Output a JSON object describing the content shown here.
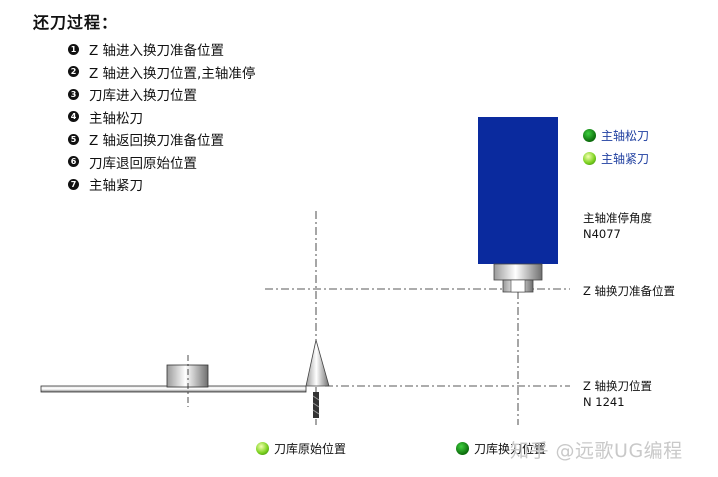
{
  "title": "还刀过程：",
  "steps": [
    {
      "num": "1",
      "text": "Z 轴进入换刀准备位置"
    },
    {
      "num": "2",
      "text": "Z 轴进入换刀位置,主轴准停"
    },
    {
      "num": "3",
      "text": "刀库进入换刀位置"
    },
    {
      "num": "4",
      "text": "主轴松刀"
    },
    {
      "num": "5",
      "text": "Z 轴返回换刀准备位置"
    },
    {
      "num": "6",
      "text": "刀库退回原始位置"
    },
    {
      "num": "7",
      "text": "主轴紧刀"
    }
  ],
  "legend": {
    "spindle_release": "主轴松刀",
    "spindle_clamp": "主轴紧刀"
  },
  "labels": {
    "orient_angle": "主轴准停角度",
    "orient_value": "N4077",
    "z_ready": "Z 轴换刀准备位置",
    "z_change": "Z 轴换刀位置",
    "z_change_value": "N 1241"
  },
  "status": {
    "magazine_origin": "刀库原始位置",
    "magazine_change": "刀库换刀位置"
  },
  "watermark": "知乎 @远歌UG编程",
  "colors": {
    "spindle_body": "#0a2a9e",
    "indicator_dark": "#0b6a0b",
    "indicator_light": "#7ed321"
  }
}
